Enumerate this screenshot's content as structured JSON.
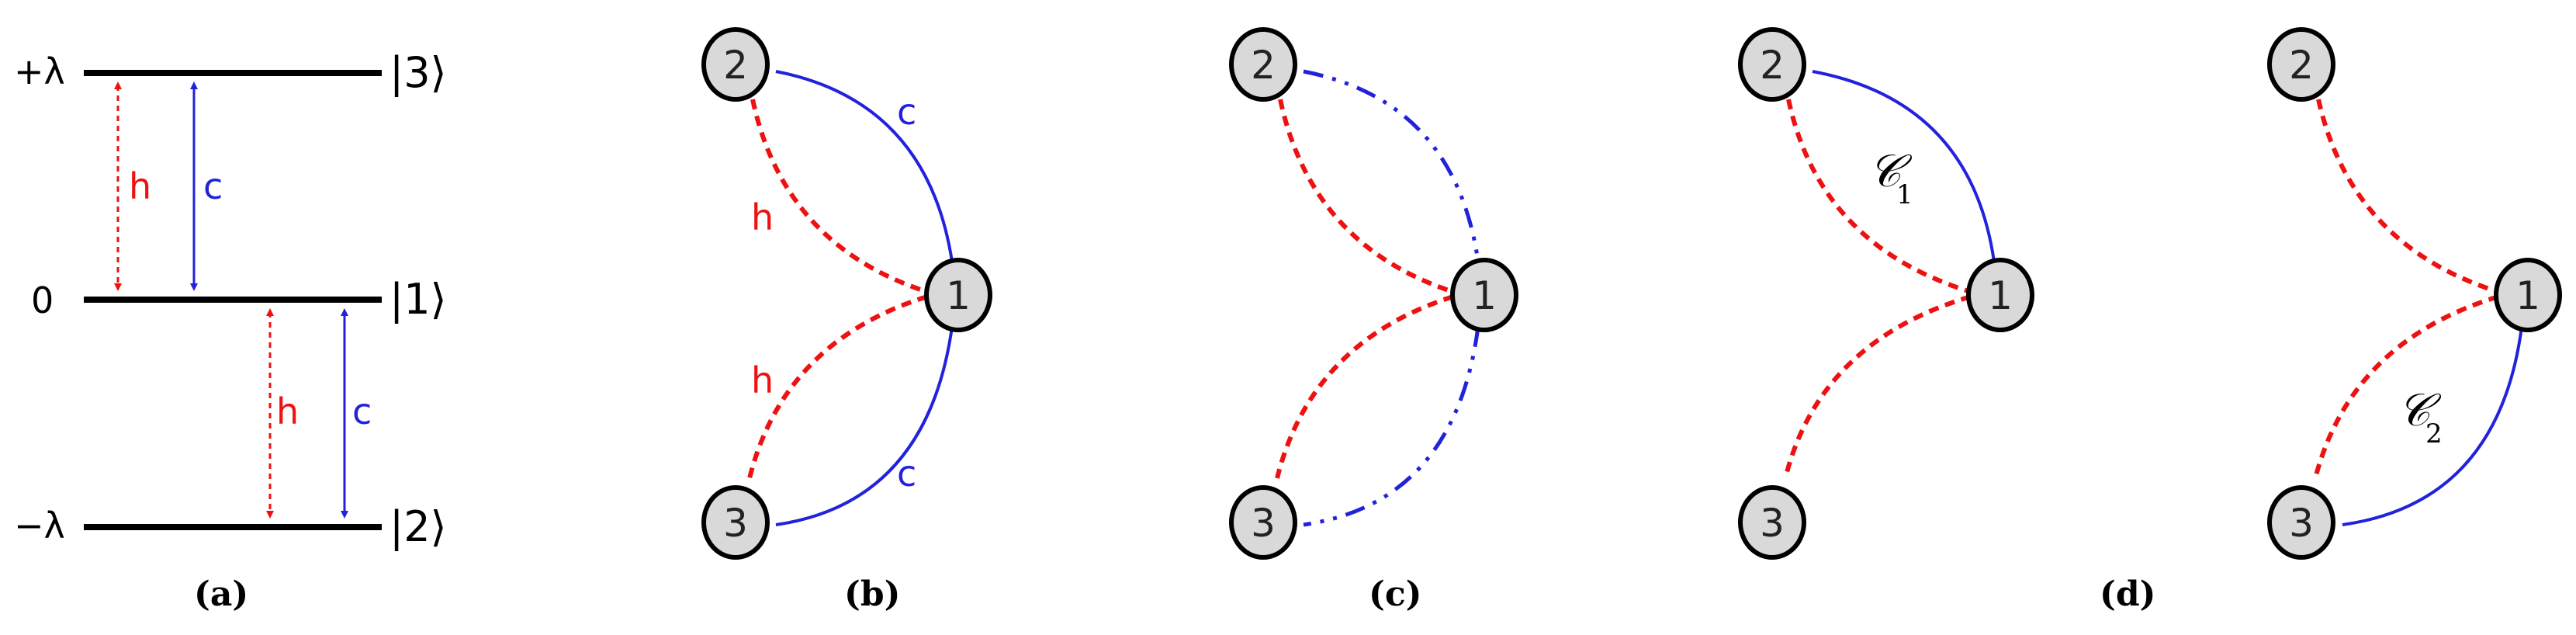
{
  "colors": {
    "hot": "#ee1111",
    "cold": "#2222dd",
    "node_fill": "#d9d9d9",
    "line": "#000000"
  },
  "panel_a": {
    "energy_labels": [
      "+λ",
      "0",
      "−λ"
    ],
    "kets": [
      "|3⟩",
      "|1⟩",
      "|2⟩"
    ],
    "edge_labels": {
      "hot": "h",
      "cold": "c"
    },
    "caption": "(a)"
  },
  "panel_b": {
    "nodes": [
      "1",
      "2",
      "3"
    ],
    "edge_labels": {
      "h_upper": "h",
      "c_upper": "c",
      "h_lower": "h",
      "c_lower": "c"
    },
    "caption": "(b)"
  },
  "panel_c": {
    "nodes": [
      "1",
      "2",
      "3"
    ],
    "caption": "(c)"
  },
  "panel_d": {
    "left_nodes": [
      "1",
      "2",
      "3"
    ],
    "right_nodes": [
      "1",
      "2",
      "3"
    ],
    "cycle_symbol": "𝒞",
    "cycle_1_sub": "1",
    "cycle_2_sub": "2",
    "caption": "(d)"
  }
}
